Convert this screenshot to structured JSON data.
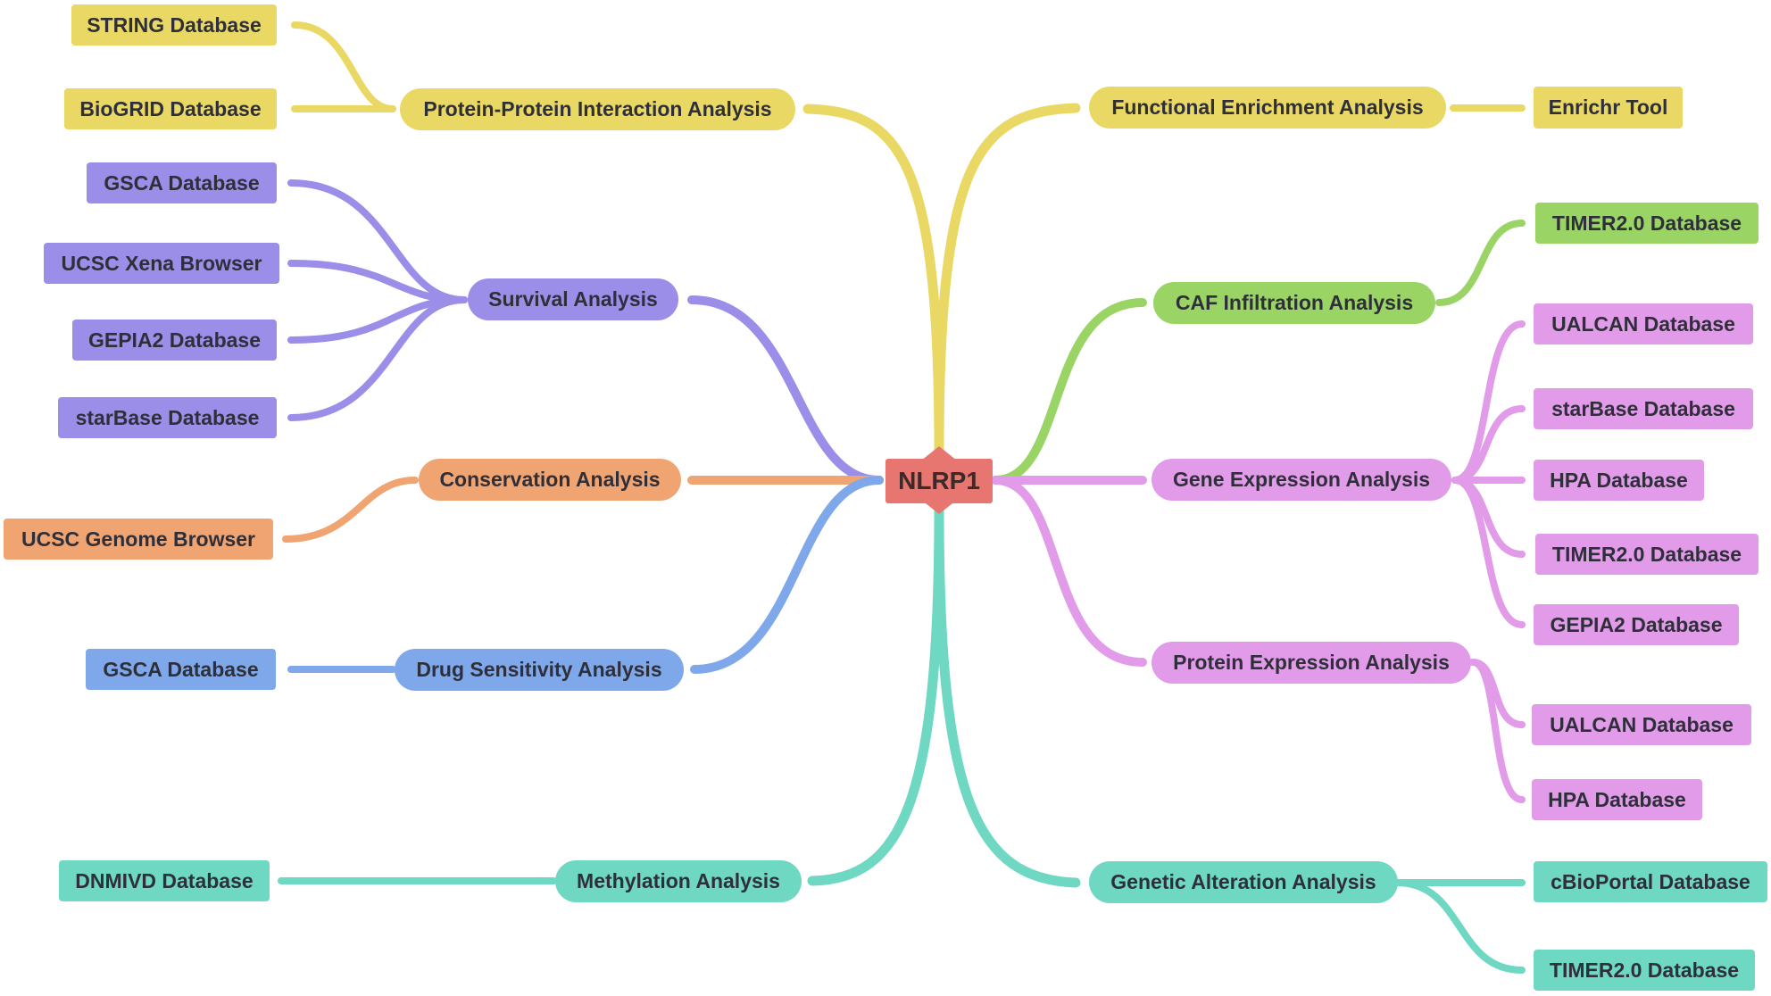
{
  "center": {
    "label": "NLRP1"
  },
  "colors": {
    "yellow": "#ead865",
    "purple": "#9b8ee8",
    "orange": "#efa472",
    "blue": "#7ea8ea",
    "green": "#9ad465",
    "pink": "#e19be9",
    "teal": "#6fd8c2",
    "center": "#e6766f"
  },
  "branches": {
    "ppi": {
      "label": "Protein-Protein Interaction Analysis",
      "children": [
        "STRING Database",
        "BioGRID Database"
      ]
    },
    "survival": {
      "label": "Survival Analysis",
      "children": [
        "GSCA Database",
        "UCSC Xena Browser",
        "GEPIA2 Database",
        "starBase Database"
      ]
    },
    "conservation": {
      "label": "Conservation Analysis",
      "children": [
        "UCSC Genome Browser"
      ]
    },
    "drug": {
      "label": "Drug Sensitivity Analysis",
      "children": [
        "GSCA Database"
      ]
    },
    "methylation": {
      "label": "Methylation Analysis",
      "children": [
        "DNMIVD Database"
      ]
    },
    "enrichment": {
      "label": "Functional Enrichment Analysis",
      "children": [
        "Enrichr Tool"
      ]
    },
    "caf": {
      "label": "CAF Infiltration Analysis",
      "children": [
        "TIMER2.0 Database"
      ]
    },
    "gene_expr": {
      "label": "Gene Expression Analysis",
      "children": [
        "UALCAN Database",
        "starBase Database",
        "HPA Database",
        "TIMER2.0 Database",
        "GEPIA2 Database"
      ]
    },
    "protein_expr": {
      "label": "Protein Expression Analysis",
      "children": [
        "UALCAN Database",
        "HPA Database"
      ]
    },
    "genetic": {
      "label": "Genetic Alteration Analysis",
      "children": [
        "cBioPortal Database",
        "TIMER2.0 Database"
      ]
    }
  }
}
